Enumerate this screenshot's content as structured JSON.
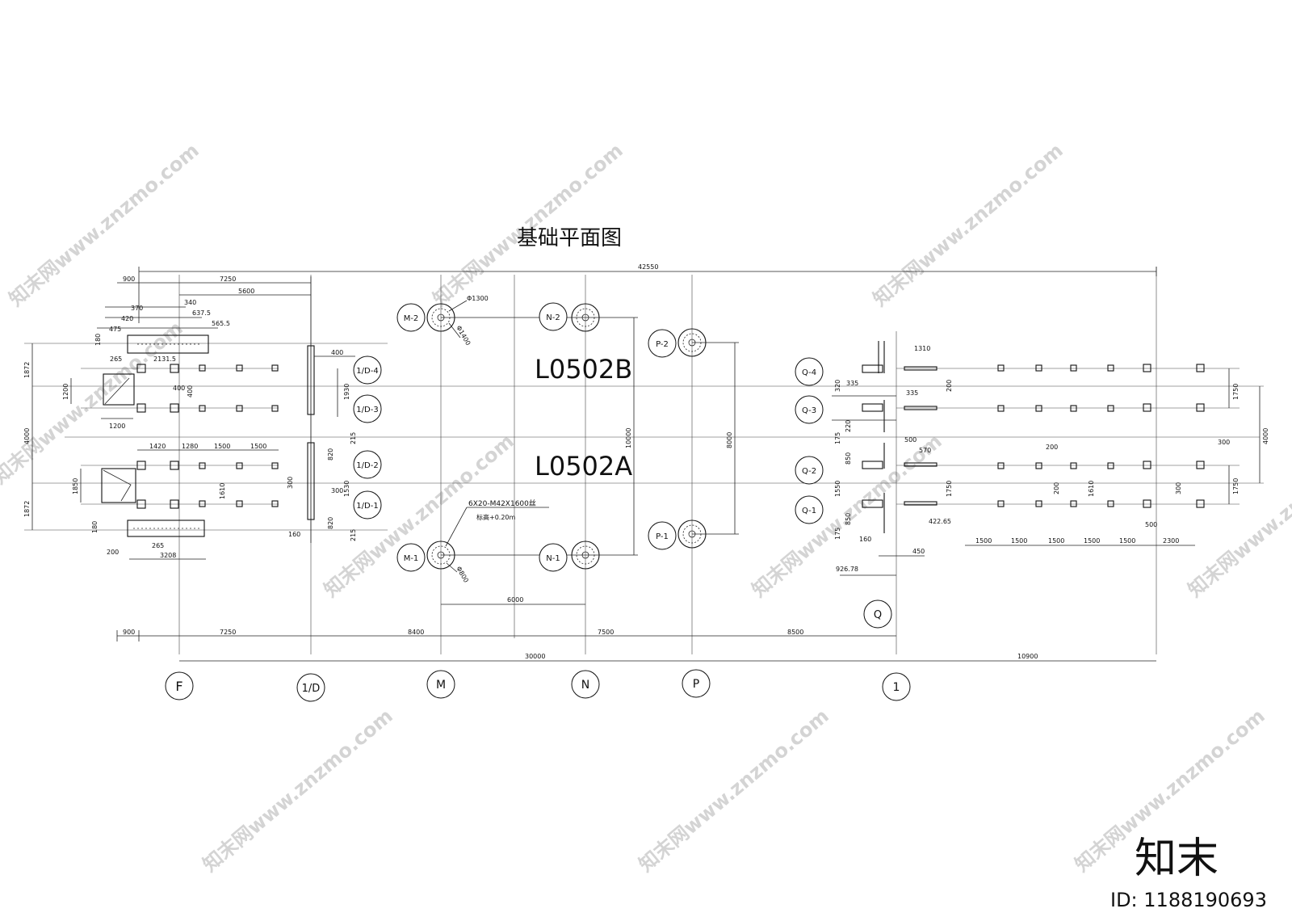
{
  "drawing": {
    "title": "基础平面图",
    "labels": {
      "upper": "L0502B",
      "lower": "L0502A"
    },
    "note": {
      "line1": "6X20-M42X1600丝",
      "line2": "标高+0.20m"
    }
  },
  "axes": {
    "bottom": [
      "F",
      "1/D",
      "M",
      "N",
      "P",
      "1"
    ],
    "q_mark": "Q"
  },
  "foundations": {
    "M": [
      "M-2",
      "M-1"
    ],
    "N": [
      "N-2",
      "N-1"
    ],
    "P": [
      "P-2",
      "P-1"
    ],
    "D": [
      "1/D-4",
      "1/D-3",
      "1/D-2",
      "1/D-1"
    ],
    "Q": [
      "Q-4",
      "Q-3",
      "Q-2",
      "Q-1"
    ]
  },
  "dimensions": {
    "top_total": "42550",
    "top_row": [
      "900",
      "7250",
      "5600",
      "340",
      "637.5",
      "565.5",
      "370",
      "420",
      "475"
    ],
    "bottom_row1": [
      "900",
      "7250",
      "8400",
      "7500",
      "8500"
    ],
    "bottom_row2": [
      "30000",
      "10900"
    ],
    "left_vertical": [
      "1872",
      "4000",
      "1872"
    ],
    "right_vertical": [
      "1750",
      "4000",
      "1750"
    ],
    "middle": [
      "6000",
      "10000",
      "8000",
      "1930",
      "1530",
      "820",
      "820",
      "215",
      "215",
      "300",
      "300",
      "160",
      "400",
      "400"
    ],
    "left_block": [
      "1200",
      "1200",
      "1850",
      "1420",
      "1280",
      "1500",
      "1500",
      "1610",
      "2131.5",
      "265",
      "265",
      "200",
      "3208",
      "180"
    ],
    "right_block": [
      "1310",
      "335",
      "335",
      "320",
      "220",
      "175",
      "850",
      "500",
      "570",
      "1550",
      "1750",
      "422.65",
      "926.78",
      "450",
      "160",
      "200",
      "200",
      "1610",
      "300",
      "300",
      "500"
    ],
    "right_bottom": [
      "1500",
      "1500",
      "1500",
      "1500",
      "1500",
      "2300"
    ],
    "circle_dims": [
      "Φ1300",
      "Φ1400",
      "Φ800"
    ]
  },
  "watermark": {
    "brand": "知末",
    "id": "ID: 1188190693",
    "tiles": [
      "知末网www.znzmo.com"
    ]
  },
  "colors": {
    "line": "#111111",
    "bg": "#ffffff",
    "watermark": "#cfcfcf"
  }
}
